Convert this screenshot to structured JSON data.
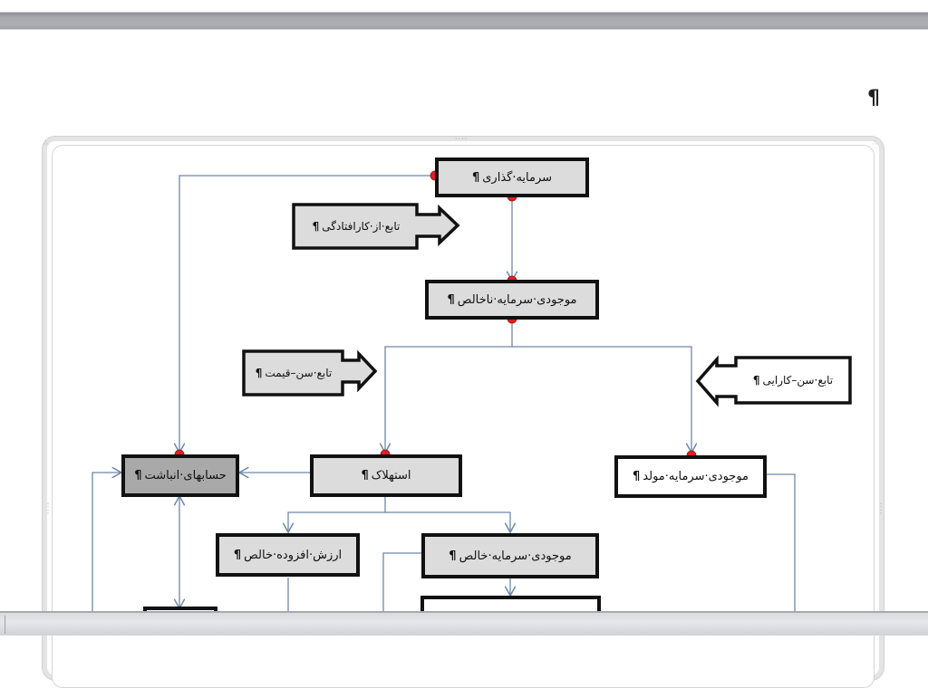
{
  "document": {
    "paragraph_mark": "¶"
  },
  "diagram": {
    "nodes": {
      "investment": "سرمایه·گذاری",
      "function_obsolescence": "تابع·از·کارافتادگی",
      "gross_capital_stock": "موجودی·سرمایه·ناخالص",
      "function_age_price": "تابع·سن–قیمت",
      "function_age_efficiency": "تابع·سن–کارایی",
      "accumulation_accounts": "حسابهای·انباشت",
      "depreciation": "استهلاک",
      "productive_capital_stock": "موجودی·سرمایه·مولد",
      "net_value_added": "ارزش·افزوده·خالص",
      "net_capital_stock": "موجودی·سرمایه·خالص",
      "partial_bottom": ""
    },
    "colors": {
      "connector": "#6f88a8",
      "node_dot": "#e02020",
      "box_fill": "#dcdcdc",
      "box_dark_fill": "#a9a9a9",
      "box_border": "#111111"
    }
  },
  "chrome": {
    "resize_handle_glyph": "····"
  }
}
